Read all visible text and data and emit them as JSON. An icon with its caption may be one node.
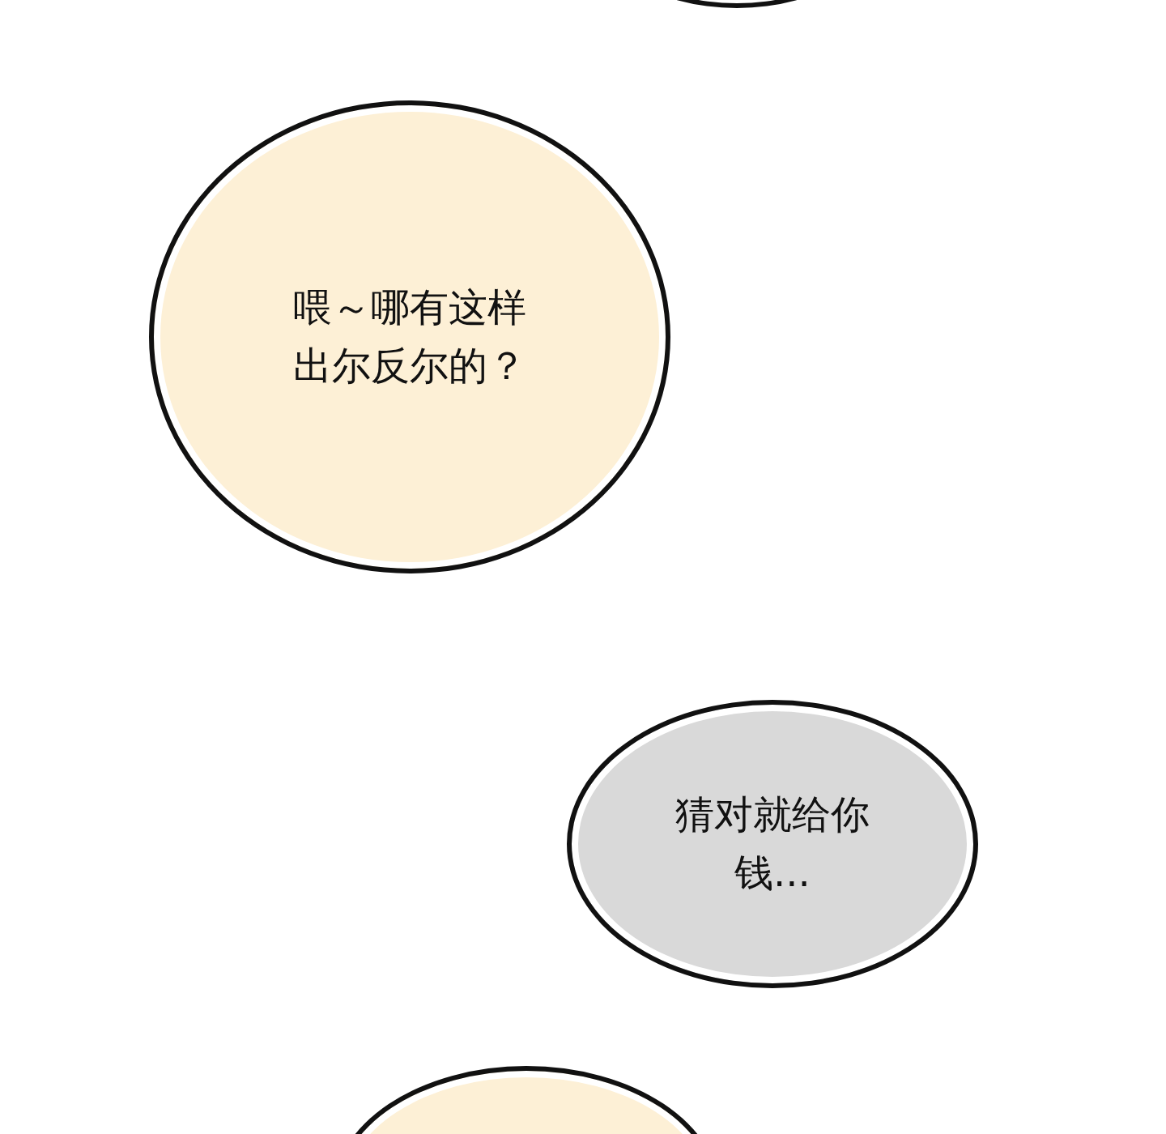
{
  "diagram": {
    "nodes": [
      {
        "text": [],
        "shape": "circle"
      },
      {
        "text": [
          "喂～哪有这样出尔反尔的？"
        ]
      },
      {
        "text": [
          "猜对就给你钱..."
        ]
      },
      {
        "text": [],
        "shape": "circle"
      }
    ]
  }
}
